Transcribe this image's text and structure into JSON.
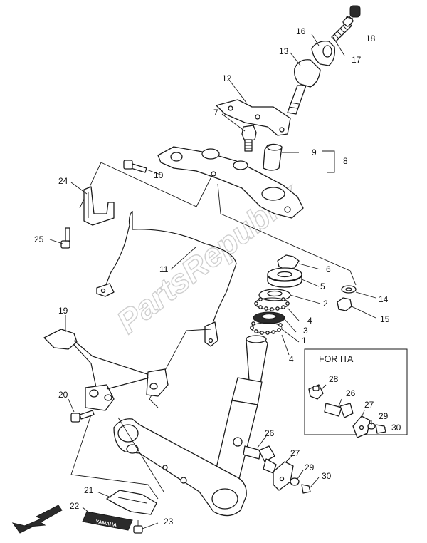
{
  "watermark": "PartsRepublik",
  "inset": {
    "title": "FOR ITA"
  },
  "logo_plate": {
    "text": "YAMAHA"
  },
  "callouts": [
    {
      "id": "c18",
      "label": "18"
    },
    {
      "id": "c16",
      "label": "16"
    },
    {
      "id": "c17",
      "label": "17"
    },
    {
      "id": "c13",
      "label": "13"
    },
    {
      "id": "c12",
      "label": "12"
    },
    {
      "id": "c7",
      "label": "7"
    },
    {
      "id": "c9",
      "label": "9"
    },
    {
      "id": "c8",
      "label": "8"
    },
    {
      "id": "c10",
      "label": "10"
    },
    {
      "id": "c24",
      "label": "24"
    },
    {
      "id": "c25",
      "label": "25"
    },
    {
      "id": "c11",
      "label": "11"
    },
    {
      "id": "c6",
      "label": "6"
    },
    {
      "id": "c5",
      "label": "5"
    },
    {
      "id": "c14",
      "label": "14"
    },
    {
      "id": "c2",
      "label": "2"
    },
    {
      "id": "c4a",
      "label": "4"
    },
    {
      "id": "c3",
      "label": "3"
    },
    {
      "id": "c15",
      "label": "15"
    },
    {
      "id": "c1",
      "label": "1"
    },
    {
      "id": "c4b",
      "label": "4"
    },
    {
      "id": "c19",
      "label": "19"
    },
    {
      "id": "c28",
      "label": "28"
    },
    {
      "id": "c26a",
      "label": "26"
    },
    {
      "id": "c27a",
      "label": "27"
    },
    {
      "id": "c29a",
      "label": "29"
    },
    {
      "id": "c30a",
      "label": "30"
    },
    {
      "id": "c20",
      "label": "20"
    },
    {
      "id": "c26b",
      "label": "26"
    },
    {
      "id": "c27b",
      "label": "27"
    },
    {
      "id": "c29b",
      "label": "29"
    },
    {
      "id": "c30b",
      "label": "30"
    },
    {
      "id": "c21",
      "label": "21"
    },
    {
      "id": "c22",
      "label": "22"
    },
    {
      "id": "c23",
      "label": "23"
    }
  ]
}
